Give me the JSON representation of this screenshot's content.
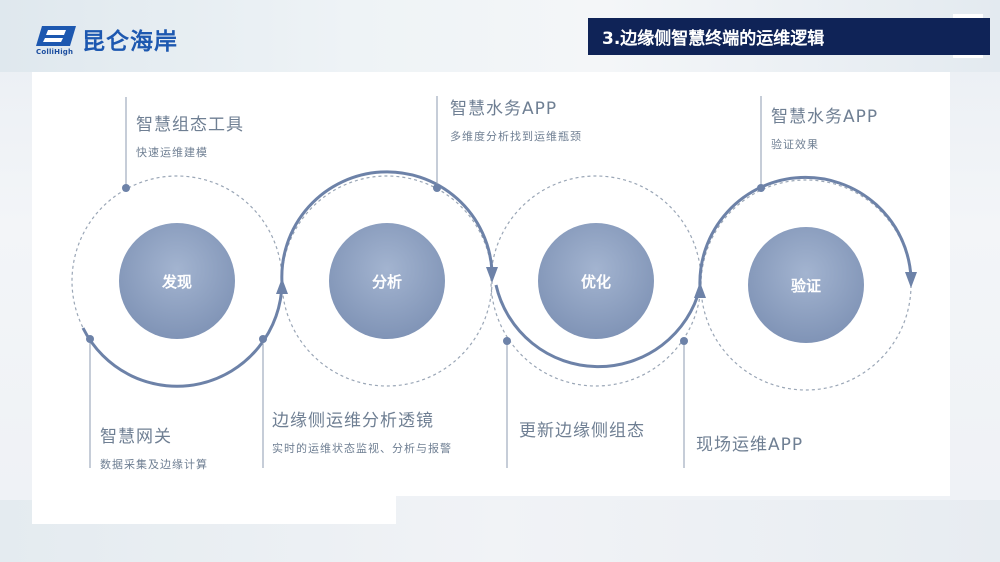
{
  "header": {
    "logo_text": "昆仑海岸",
    "logo_sub": "ColliHigh",
    "section_title": "3.边缘侧智慧终端的运维逻辑"
  },
  "stages": [
    {
      "label": "发现"
    },
    {
      "label": "分析"
    },
    {
      "label": "优化"
    },
    {
      "label": "验证"
    }
  ],
  "annotations": {
    "top": [
      {
        "title": "智慧组态工具",
        "desc": "快速运维建模"
      },
      {
        "title": "智慧水务APP",
        "desc": "多维度分析找到运维瓶颈"
      },
      {
        "title": "智慧水务APP",
        "desc": "验证效果"
      }
    ],
    "bottom": [
      {
        "title": "智慧网关",
        "desc": "数据采集及边缘计算"
      },
      {
        "title": "边缘侧运维分析透镜",
        "desc": "实时的运维状态监视、分析与报警"
      },
      {
        "title": "更新边缘侧组态",
        "desc": ""
      },
      {
        "title": "现场运维APP",
        "desc": ""
      }
    ]
  },
  "colors": {
    "title_bg": "#0f2357",
    "arc": "#6d82a8",
    "dashed": "#9aa6b6",
    "circle_fill_top": "#98abca",
    "circle_fill_bottom": "#7f93b6",
    "logo": "#1d58b0"
  }
}
